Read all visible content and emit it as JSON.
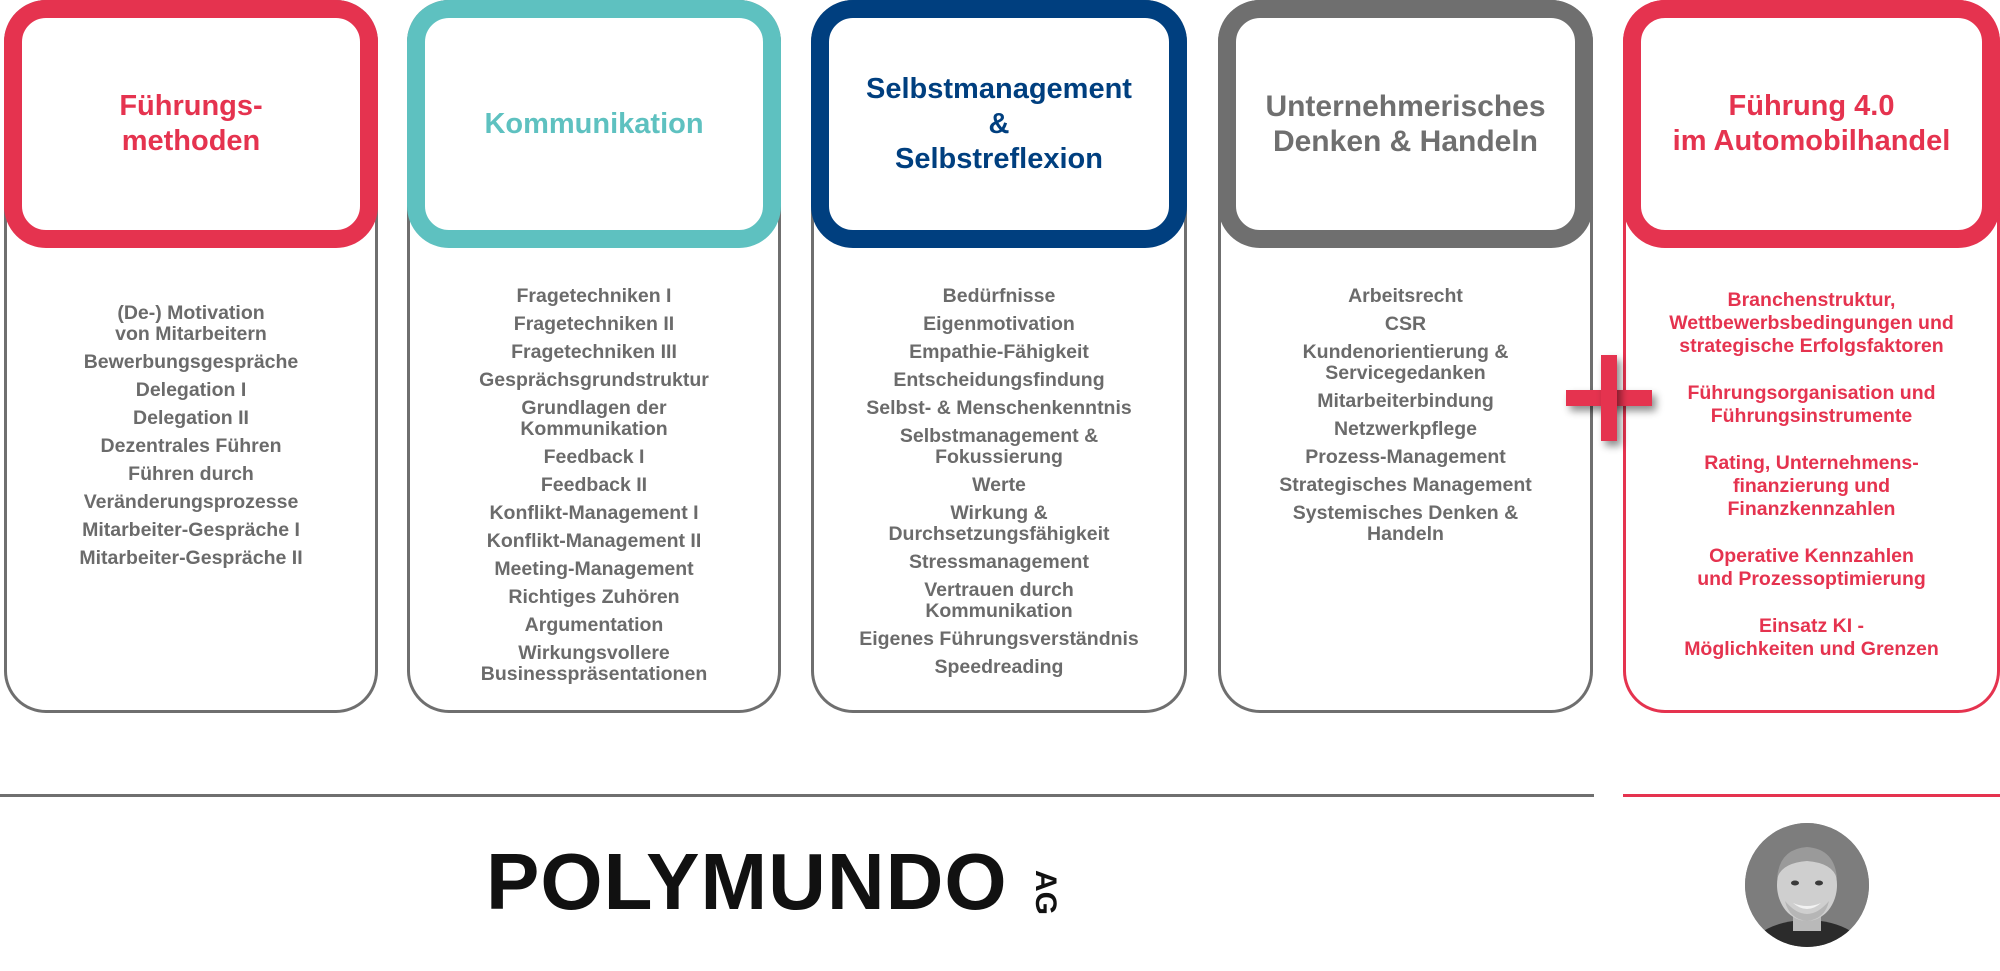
{
  "colors": {
    "red": "#e5334f",
    "teal": "#5ec1c0",
    "navy": "#003f7f",
    "gray": "#6f6f6f",
    "text_gray": "#6b6b6b"
  },
  "columns": [
    {
      "title": "Führungs-\nmethoden",
      "accent": "#e5334f",
      "items": [
        "(De-) Motivation\nvon Mitarbeitern",
        "Bewerbungsgespräche",
        "Delegation I",
        "Delegation II",
        "Dezentrales Führen",
        "Führen durch",
        "Veränderungsprozesse",
        "Mitarbeiter-Gespräche I",
        "Mitarbeiter-Gespräche II"
      ]
    },
    {
      "title": "Kommunikation",
      "accent": "#5ec1c0",
      "items": [
        "Fragetechniken I",
        "Fragetechniken II",
        "Fragetechniken III",
        "Gesprächsgrundstruktur",
        "Grundlagen der\nKommunikation",
        "Feedback I",
        "Feedback II",
        "Konflikt-Management I",
        "Konflikt-Management II",
        "Meeting-Management",
        "Richtiges Zuhören",
        "Argumentation",
        "Wirkungsvollere\nBusinesspräsentationen"
      ]
    },
    {
      "title": "Selbstmanagement\n&\nSelbstreflexion",
      "accent": "#003f7f",
      "items": [
        "Bedürfnisse",
        "Eigenmotivation",
        "Empathie-Fähigkeit",
        "Entscheidungsfindung",
        "Selbst- & Menschenkenntnis",
        "Selbstmanagement &\nFokussierung",
        "Werte",
        "Wirkung &\nDurchsetzungsfähigkeit",
        "Stressmanagement",
        "Vertrauen durch\nKommunikation",
        "Eigenes Führungsverständnis",
        "Speedreading"
      ]
    },
    {
      "title": "Unternehmerisches\nDenken & Handeln",
      "accent": "#6f6f6f",
      "items": [
        "Arbeitsrecht",
        "CSR",
        "Kundenorientierung &\nServicegedanken",
        "Mitarbeiterbindung",
        "Netzwerkpflege",
        "Prozess-Management",
        "Strategisches Management",
        "Systemisches Denken &\nHandeln"
      ]
    },
    {
      "title": "Führung 4.0\nim Automobilhandel",
      "accent": "#e5334f",
      "items": [
        "Branchenstruktur,\nWettbewerbsbedingungen und\nstrategische Erfolgsfaktoren",
        "Führungsorganisation und\nFührungsinstrumente",
        "Rating, Unternehmens-\nfinanzierung und\nFinanzkennzahlen",
        "Operative Kennzahlen\nund Prozessoptimierung",
        "Einsatz KI -\nMöglichkeiten und Grenzen"
      ]
    }
  ],
  "footer": {
    "logo_text": "POLYMUNDO",
    "logo_suffix": "AG"
  }
}
